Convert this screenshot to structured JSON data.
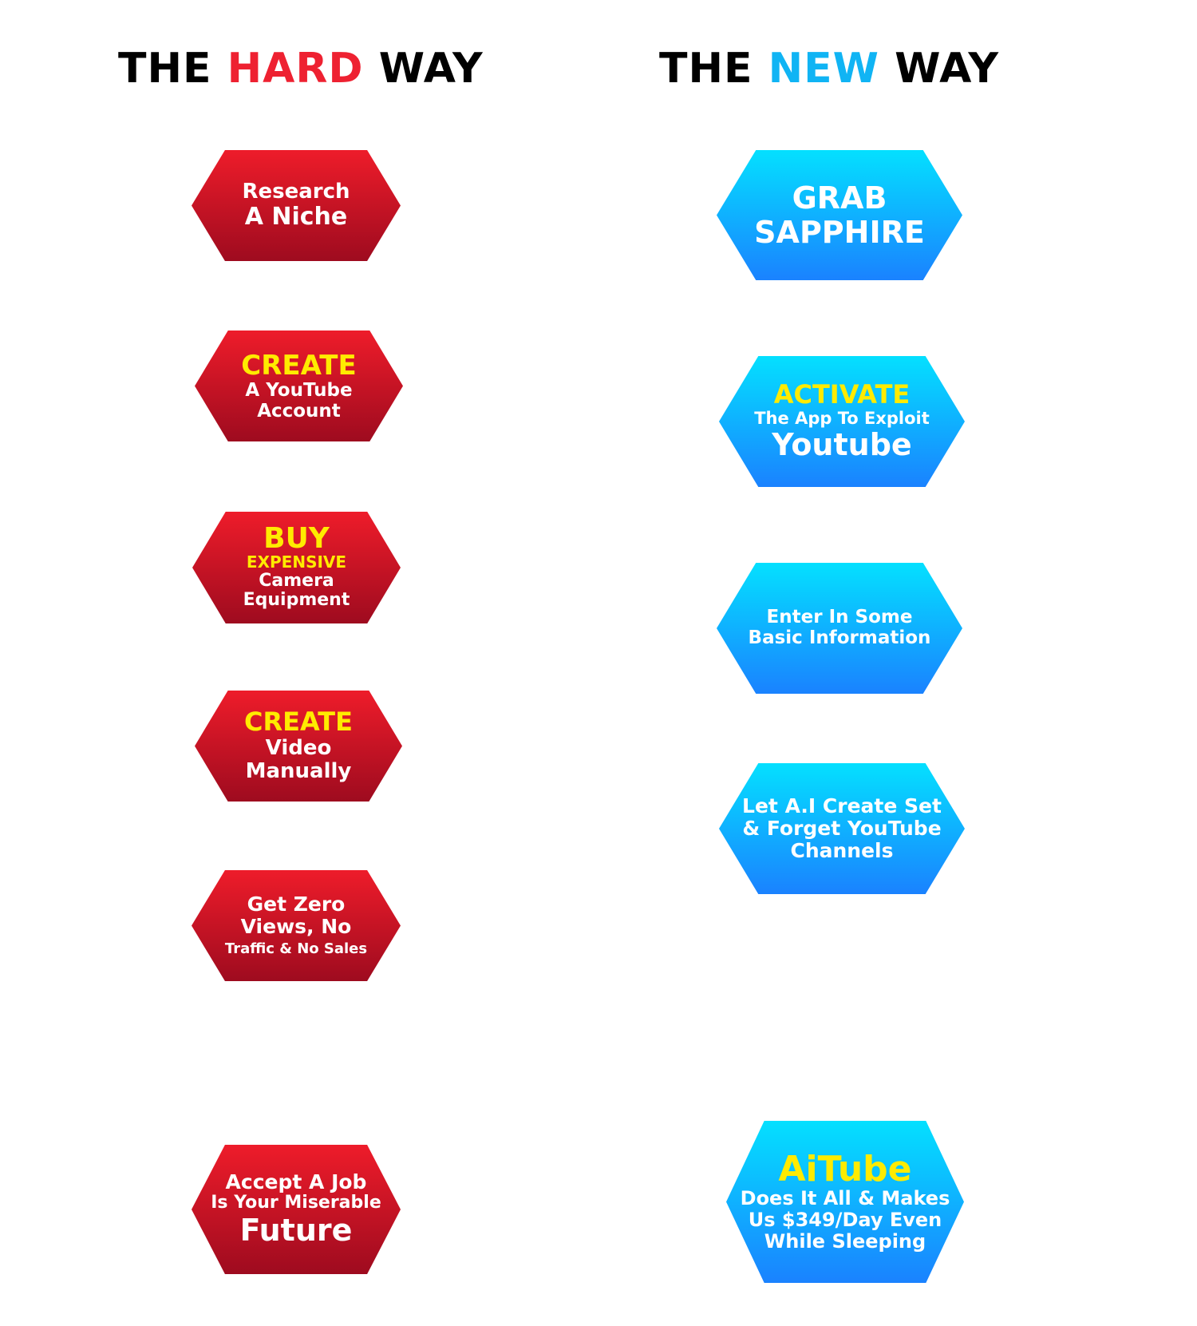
{
  "colors": {
    "hard_accent": "#ee2131",
    "new_accent": "#10b4f4",
    "highlight_yellow": "#ffeb00",
    "red_top": "#ee1c2a",
    "red_bottom": "#9e0b1f",
    "blue_top": "#04e0ff",
    "blue_bottom": "#1a82ff"
  },
  "left": {
    "heading": {
      "pre": "THE ",
      "accent": "HARD",
      "post": " WAY"
    },
    "steps": [
      {
        "lines": [
          "Research",
          "A Niche"
        ]
      },
      {
        "lines": [
          "CREATE",
          "A YouTube",
          "Account"
        ]
      },
      {
        "lines": [
          "BUY",
          "EXPENSIVE",
          "Camera",
          "Equipment"
        ]
      },
      {
        "lines": [
          "CREATE",
          "Video",
          "Manually"
        ]
      },
      {
        "lines": [
          "Get Zero",
          "Views, No",
          "Traffic & No Sales"
        ]
      },
      {
        "lines": [
          "Accept A Job",
          "Is Your Miserable",
          "Future"
        ]
      }
    ]
  },
  "right": {
    "heading": {
      "pre": "THE ",
      "accent": "NEW",
      "post": " WAY"
    },
    "steps": [
      {
        "lines": [
          "GRAB",
          "SAPPHIRE"
        ]
      },
      {
        "lines": [
          "ACTIVATE",
          "The App To Exploit",
          "Youtube"
        ]
      },
      {
        "lines": [
          "Enter In Some",
          "Basic Information"
        ]
      },
      {
        "lines": [
          "Let A.I Create Set",
          "& Forget YouTube",
          "Channels"
        ]
      },
      {
        "lines": [
          "AiTube",
          "Does It All & Makes",
          "Us $349/Day Even",
          "While Sleeping"
        ]
      }
    ]
  }
}
